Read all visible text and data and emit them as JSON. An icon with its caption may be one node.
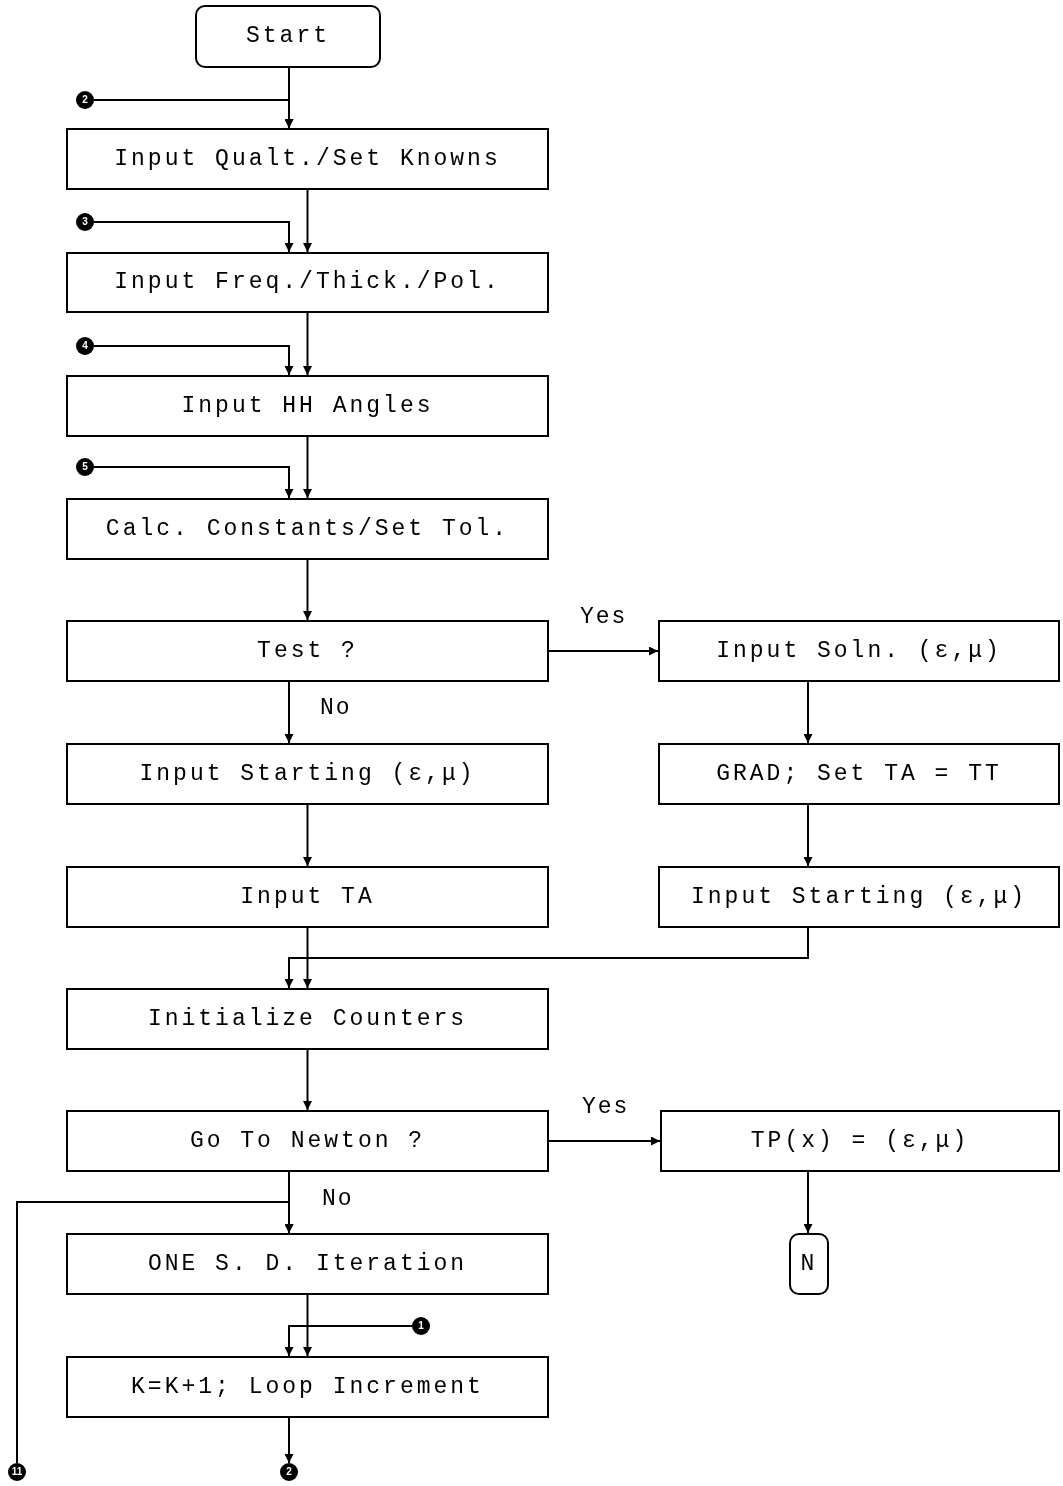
{
  "diagram": {
    "nodes": [
      {
        "text": [
          "Start"
        ]
      },
      {
        "text": [
          "2"
        ]
      },
      {
        "text": [
          "Input Qualt./Set Knowns"
        ]
      },
      {
        "text": [
          "3"
        ]
      },
      {
        "text": [
          "Input Freq./Thick./Pol."
        ]
      },
      {
        "text": [
          "4"
        ]
      },
      {
        "text": [
          "Input HH Angles"
        ]
      },
      {
        "text": [
          "5"
        ]
      },
      {
        "text": [
          "Calc. Constants/Set Tol."
        ]
      },
      {
        "text": [
          "Test ?"
        ]
      },
      {
        "text": [
          "Input Soln. (ε,μ)"
        ]
      },
      {
        "text": [
          "Input Starting (ε,μ)"
        ]
      },
      {
        "text": [
          "GRAD; Set TA = TT"
        ]
      },
      {
        "text": [
          "Input TA"
        ]
      },
      {
        "text": [
          "Input Starting (ε,μ)"
        ]
      },
      {
        "text": [
          "Initialize Counters"
        ]
      },
      {
        "text": [
          "Go To Newton ?"
        ]
      },
      {
        "text": [
          "TP(x) = (ε,μ)"
        ]
      },
      {
        "text": [
          "N"
        ]
      },
      {
        "text": [
          "11"
        ]
      },
      {
        "text": [
          "ONE S. D. Iteration"
        ]
      },
      {
        "text": [
          "1"
        ]
      },
      {
        "text": [
          "K=K+1; Loop Increment"
        ]
      },
      {
        "text": [
          "2"
        ]
      }
    ],
    "edges": [
      {
        "from": 0,
        "to": 2,
        "arrow": "to"
      },
      {
        "from": 1,
        "to": 2,
        "arrow": "to"
      },
      {
        "from": 2,
        "to": 4,
        "arrow": "to"
      },
      {
        "from": 3,
        "to": 4,
        "arrow": "to"
      },
      {
        "from": 4,
        "to": 6,
        "arrow": "to"
      },
      {
        "from": 5,
        "to": 6,
        "arrow": "to"
      },
      {
        "from": 6,
        "to": 8,
        "arrow": "to"
      },
      {
        "from": 7,
        "to": 8,
        "arrow": "to"
      },
      {
        "from": 8,
        "to": 9,
        "arrow": "to"
      },
      {
        "from": 9,
        "to": 10,
        "arrow": "to",
        "label": "Yes"
      },
      {
        "from": 9,
        "to": 11,
        "arrow": "to",
        "label": "No"
      },
      {
        "from": 10,
        "to": 12,
        "arrow": "to"
      },
      {
        "from": 11,
        "to": 13,
        "arrow": "to"
      },
      {
        "from": 12,
        "to": 14,
        "arrow": "to"
      },
      {
        "from": 13,
        "to": 15,
        "arrow": "to"
      },
      {
        "from": 14,
        "to": 15,
        "arrow": "to"
      },
      {
        "from": 15,
        "to": 16,
        "arrow": "to"
      },
      {
        "from": 16,
        "to": 17,
        "arrow": "to",
        "label": "Yes"
      },
      {
        "from": 16,
        "to": 20,
        "arrow": "to",
        "label": "No"
      },
      {
        "from": 17,
        "to": 18,
        "arrow": "to"
      },
      {
        "from": 19,
        "to": 20,
        "arrow": "to"
      },
      {
        "from": 20,
        "to": 22,
        "arrow": "to"
      },
      {
        "from": 21,
        "to": 22,
        "arrow": "to"
      },
      {
        "from": 22,
        "to": 23,
        "arrow": "to"
      }
    ]
  }
}
